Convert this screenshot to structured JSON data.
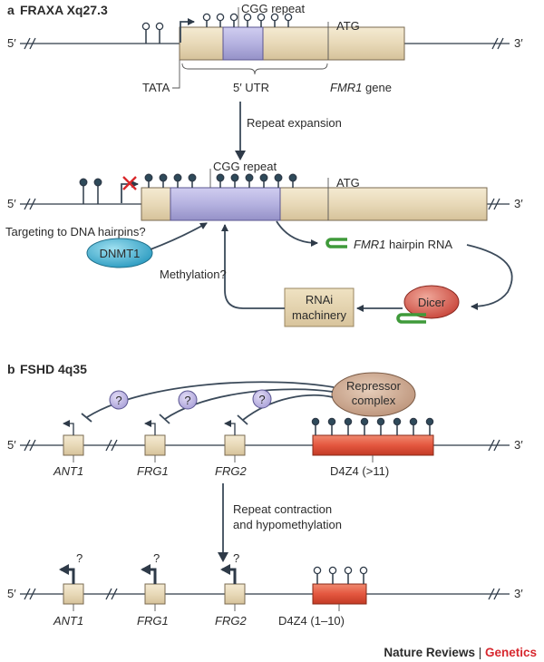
{
  "panel_a": {
    "letter": "a",
    "title": "FRAXA Xq27.3",
    "five_prime": "5′",
    "three_prime": "3′",
    "cgg_repeat": "CGG repeat",
    "atg": "ATG",
    "tata": "TATA",
    "utr": "5′ UTR",
    "gene_name": "FMR1",
    "gene_suffix": " gene",
    "repeat_expansion": "Repeat expansion",
    "cgg_repeat_2": "CGG repeat",
    "atg_2": "ATG",
    "targeting": "Targeting to DNA hairpins?",
    "dnmt1": "DNMT1",
    "hairpin_gene": "FMR1",
    "hairpin_suffix": " hairpin RNA",
    "methylation": "Methylation?",
    "rnai_line1": "RNAi",
    "rnai_line2": "machinery",
    "dicer": "Dicer"
  },
  "panel_b": {
    "letter": "b",
    "title": "FSHD 4q35",
    "five_prime": "5′",
    "three_prime": "3′",
    "repressor_line1": "Repressor",
    "repressor_line2": "complex",
    "question": "?",
    "ant1": "ANT1",
    "frg1": "FRG1",
    "frg2": "FRG2",
    "d4z4_top": "D4Z4 (>11)",
    "repeat_contraction_line1": "Repeat contraction",
    "repeat_contraction_line2": "and hypomethylation",
    "d4z4_bottom": "D4Z4 (1–10)"
  },
  "footer": {
    "publisher": "Nature Reviews",
    "separator": " | ",
    "journal": "Genetics"
  },
  "colors": {
    "gene_box": "#e8d9b8",
    "cgg_repeat": "#b5b2e0",
    "d4z4": "#e4573f",
    "dnmt1": "#3fb0d0",
    "dicer": "#d9574a",
    "repressor": "#c9a68f",
    "hairpin": "#3f9a3a",
    "journal_accent": "#d7282f"
  }
}
